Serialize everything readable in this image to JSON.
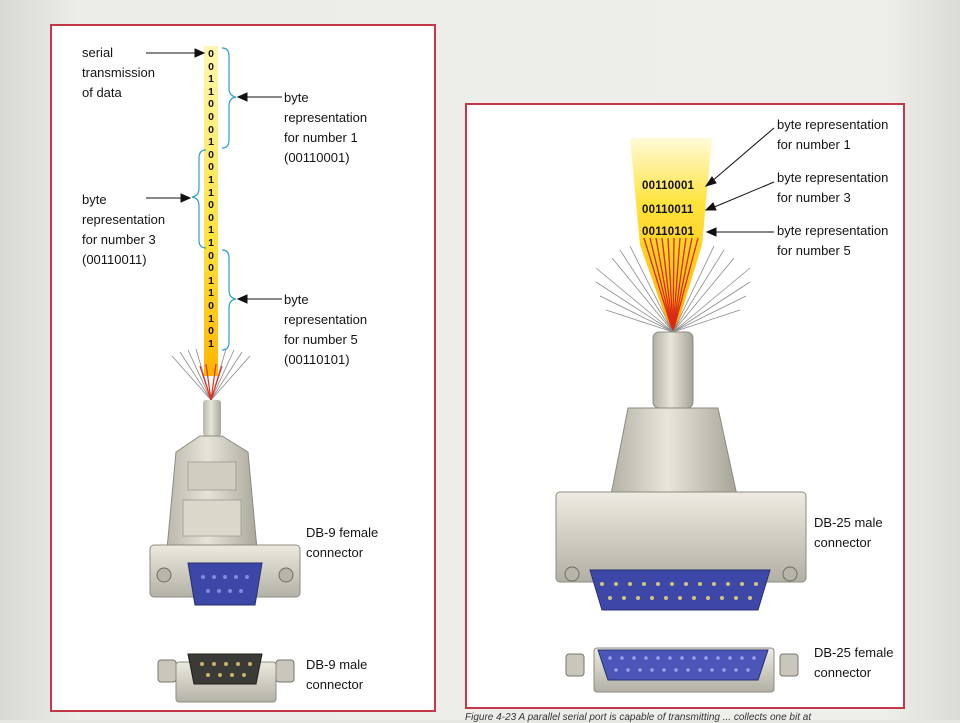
{
  "serial": {
    "label": "serial\ntransmission\nof data",
    "bits": [
      "0",
      "0",
      "1",
      "1",
      "0",
      "0",
      "0",
      "1",
      "0",
      "0",
      "1",
      "1",
      "0",
      "0",
      "1",
      "1",
      "0",
      "0",
      "1",
      "1",
      "0",
      "1",
      "0",
      "1"
    ],
    "byte1": "byte\nrepresentation\nfor number 1\n(00110001)",
    "byte3": "byte\nrepresentation\nfor number 3\n(00110011)",
    "byte5": "byte\nrepresentation\nfor number 5\n(00110101)",
    "connector_female": "DB-9 female\nconnector",
    "connector_male": "DB-9 male\nconnector"
  },
  "parallel": {
    "bytes": [
      "00110001",
      "00110011",
      "00110101"
    ],
    "byte1": "byte representation\nfor number 1",
    "byte3": "byte representation\nfor number 3",
    "byte5": "byte representation\nfor number 5",
    "connector_male": "DB-25 male\nconnector",
    "connector_female": "DB-25 female\nconnector"
  },
  "colors": {
    "frame": "#c4364a",
    "beam_yellow": "#ffe23a",
    "beam_red": "#e0301e",
    "connector_body": "#d8d6c8",
    "pin_face": "#3d47a8"
  },
  "caption": "Figure 4-23 A parallel serial port is capable of transmitting ... collects one bit at"
}
